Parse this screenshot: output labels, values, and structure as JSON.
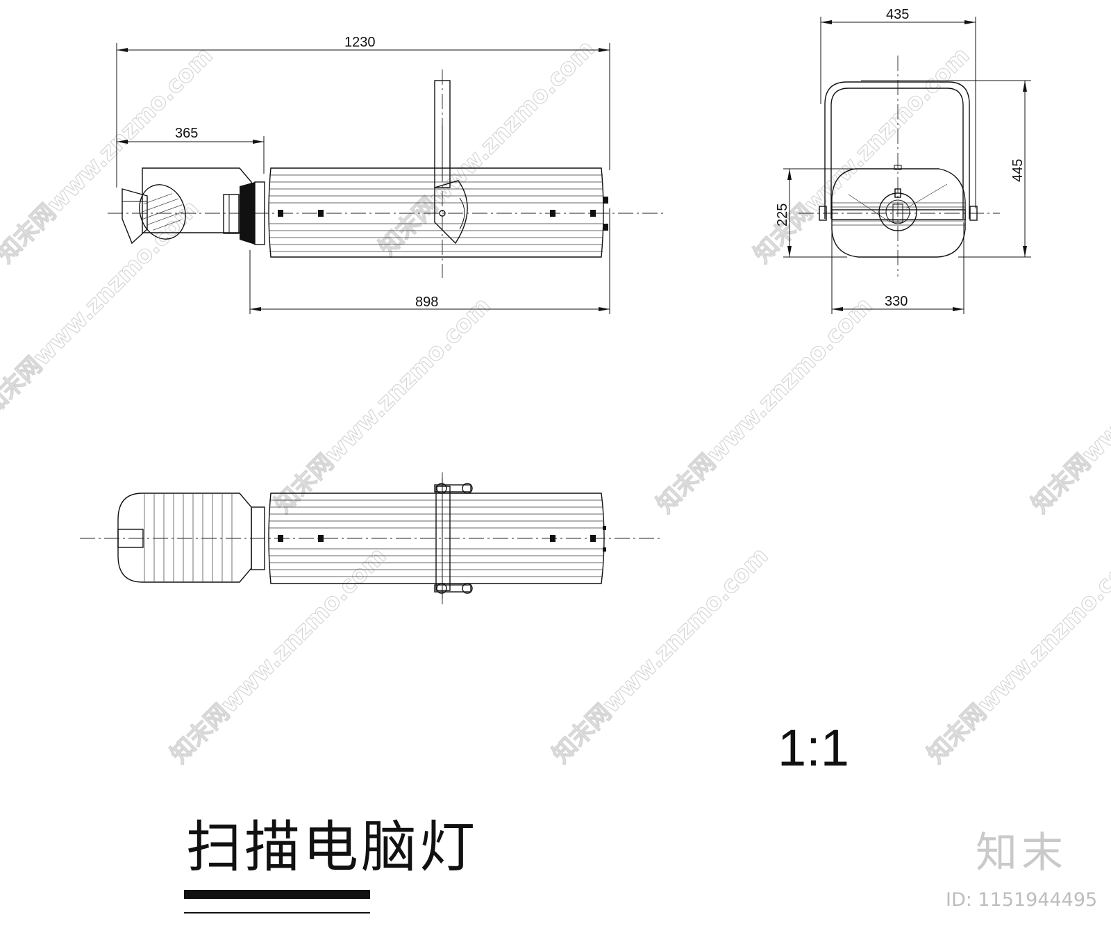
{
  "drawing": {
    "title": "扫描电脑灯",
    "scale": "1:1",
    "side_view_dimensions": {
      "overall_length": "1230",
      "head_length": "365",
      "body_length": "898"
    },
    "front_view_dimensions": {
      "yoke_width": "435",
      "overall_height": "445",
      "body_height": "225",
      "body_width": "330"
    }
  },
  "watermark": {
    "text": "知末网www.znzmo.com",
    "brand": "知末",
    "id_label": "ID: 1151944495"
  }
}
